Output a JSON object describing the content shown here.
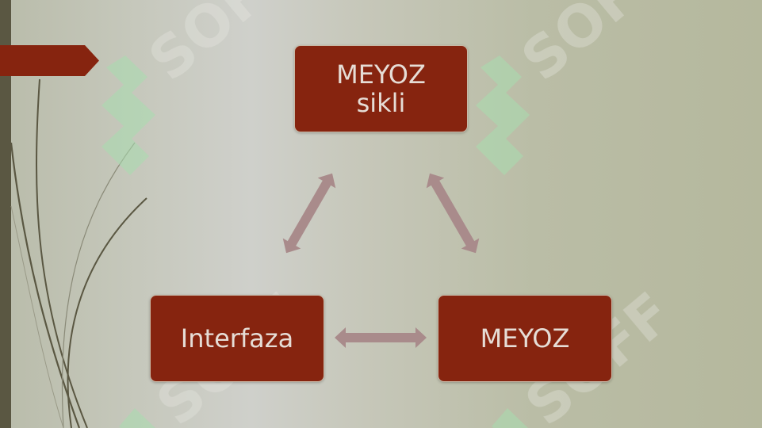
{
  "diagram": {
    "nodes": {
      "top": "MEYOZ sikli",
      "left": "Interfaza",
      "right": "MEYOZ"
    },
    "edges": [
      {
        "from": "top",
        "to": "left",
        "style": "double-arrow"
      },
      {
        "from": "top",
        "to": "right",
        "style": "double-arrow"
      },
      {
        "from": "left",
        "to": "right",
        "style": "double-arrow"
      }
    ]
  },
  "watermark": {
    "text": "SOFF"
  },
  "colors": {
    "box_fill": "#86240f",
    "box_text": "#e6ddd6",
    "arrow": "#a98b8b",
    "accent": "#86240f",
    "left_bar": "#5a5742"
  }
}
